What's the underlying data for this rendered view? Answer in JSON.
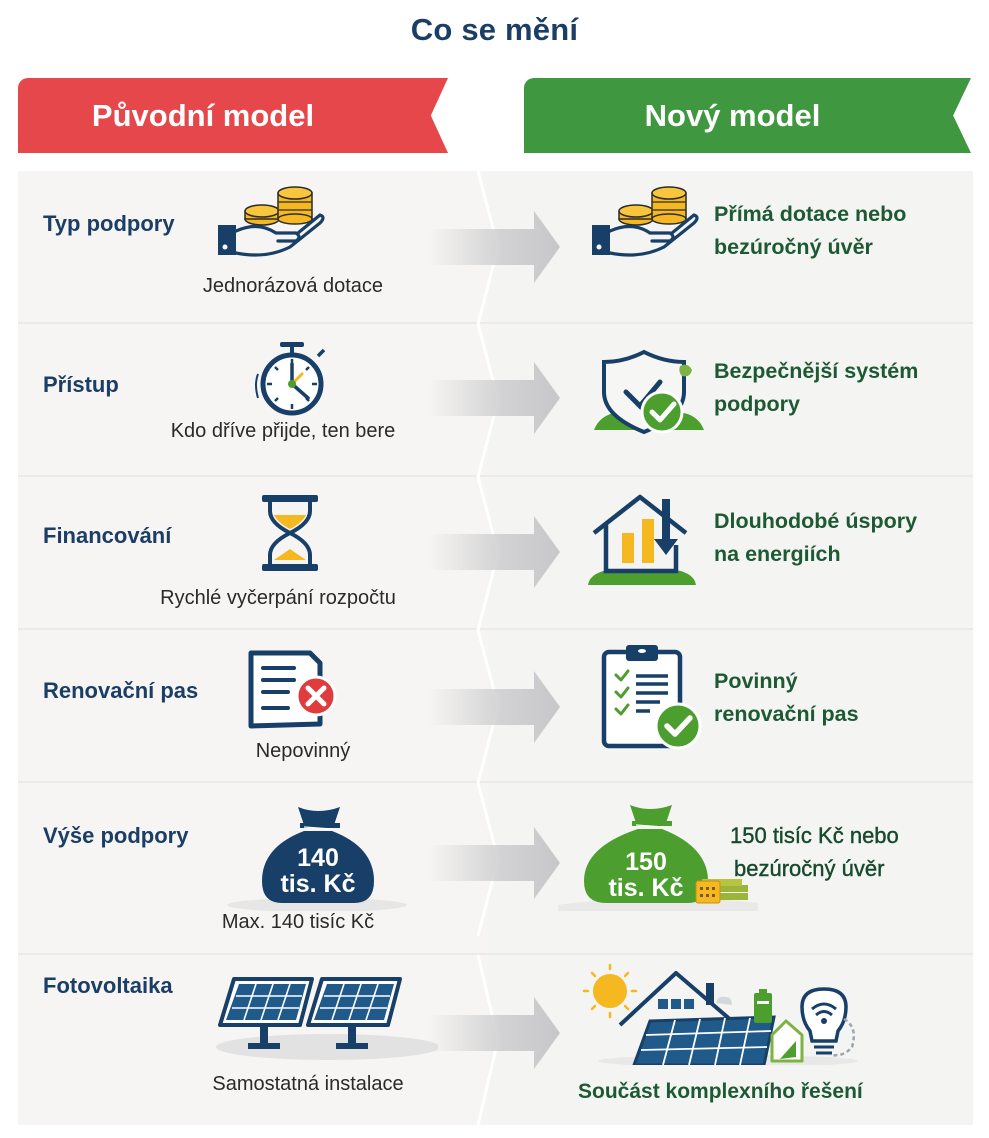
{
  "title": "Co se mění",
  "banners": {
    "old": "Původní model",
    "new": "Nový model"
  },
  "colors": {
    "title": "#1b3e66",
    "old_banner": "#e5474a",
    "new_banner": "#3f973f",
    "label": "#1b3e66",
    "new_text": "#1d5a33",
    "icon_navy": "#173f68",
    "icon_gold": "#f5b820",
    "icon_green": "#4c9e2f",
    "icon_red": "#e03b3d"
  },
  "rows": [
    {
      "label": "Typ podpory",
      "old_icon": "hand-coins-icon",
      "old_text": "Jednorázová dotace",
      "new_icon": "hand-coins-icon",
      "new_text_1": "Přímá dotace nebo",
      "new_text_2": "bezúročný úvěr"
    },
    {
      "label": "Přístup",
      "old_icon": "stopwatch-icon",
      "old_text": "Kdo dříve přijde, ten bere",
      "new_icon": "shield-check-icon",
      "new_text_1": "Bezpečnější systém",
      "new_text_2": "podpory"
    },
    {
      "label": "Financování",
      "old_icon": "hourglass-icon",
      "old_text": "Rychlé vyčerpání rozpočtu",
      "new_icon": "house-savings-icon",
      "new_text_1": "Dlouhodobé úspory",
      "new_text_2": "na energiích"
    },
    {
      "label": "Renovační pas",
      "old_icon": "document-x-icon",
      "old_text": "Nepovinný",
      "new_icon": "clipboard-check-icon",
      "new_text_1": "Povinný",
      "new_text_2": "renovační pas"
    },
    {
      "label": "Výše podpory",
      "old_icon": "money-bag-icon",
      "old_bag_line_1": "140",
      "old_bag_line_2": "tis. Kč",
      "old_text": "Max. 140 tisíc Kč",
      "new_icon": "money-bag-icon",
      "new_bag_line_1": "150",
      "new_bag_line_2": "tis. Kč",
      "new_text_1": "150 tisíc Kč nebo",
      "new_text_2": "bezúročný úvěr"
    },
    {
      "label": "Fotovoltaika",
      "old_icon": "solar-panels-icon",
      "old_text": "Samostatná instalace",
      "new_icon": "smart-solar-house-icon",
      "new_text_1": "Součást komplexního řešení"
    }
  ]
}
